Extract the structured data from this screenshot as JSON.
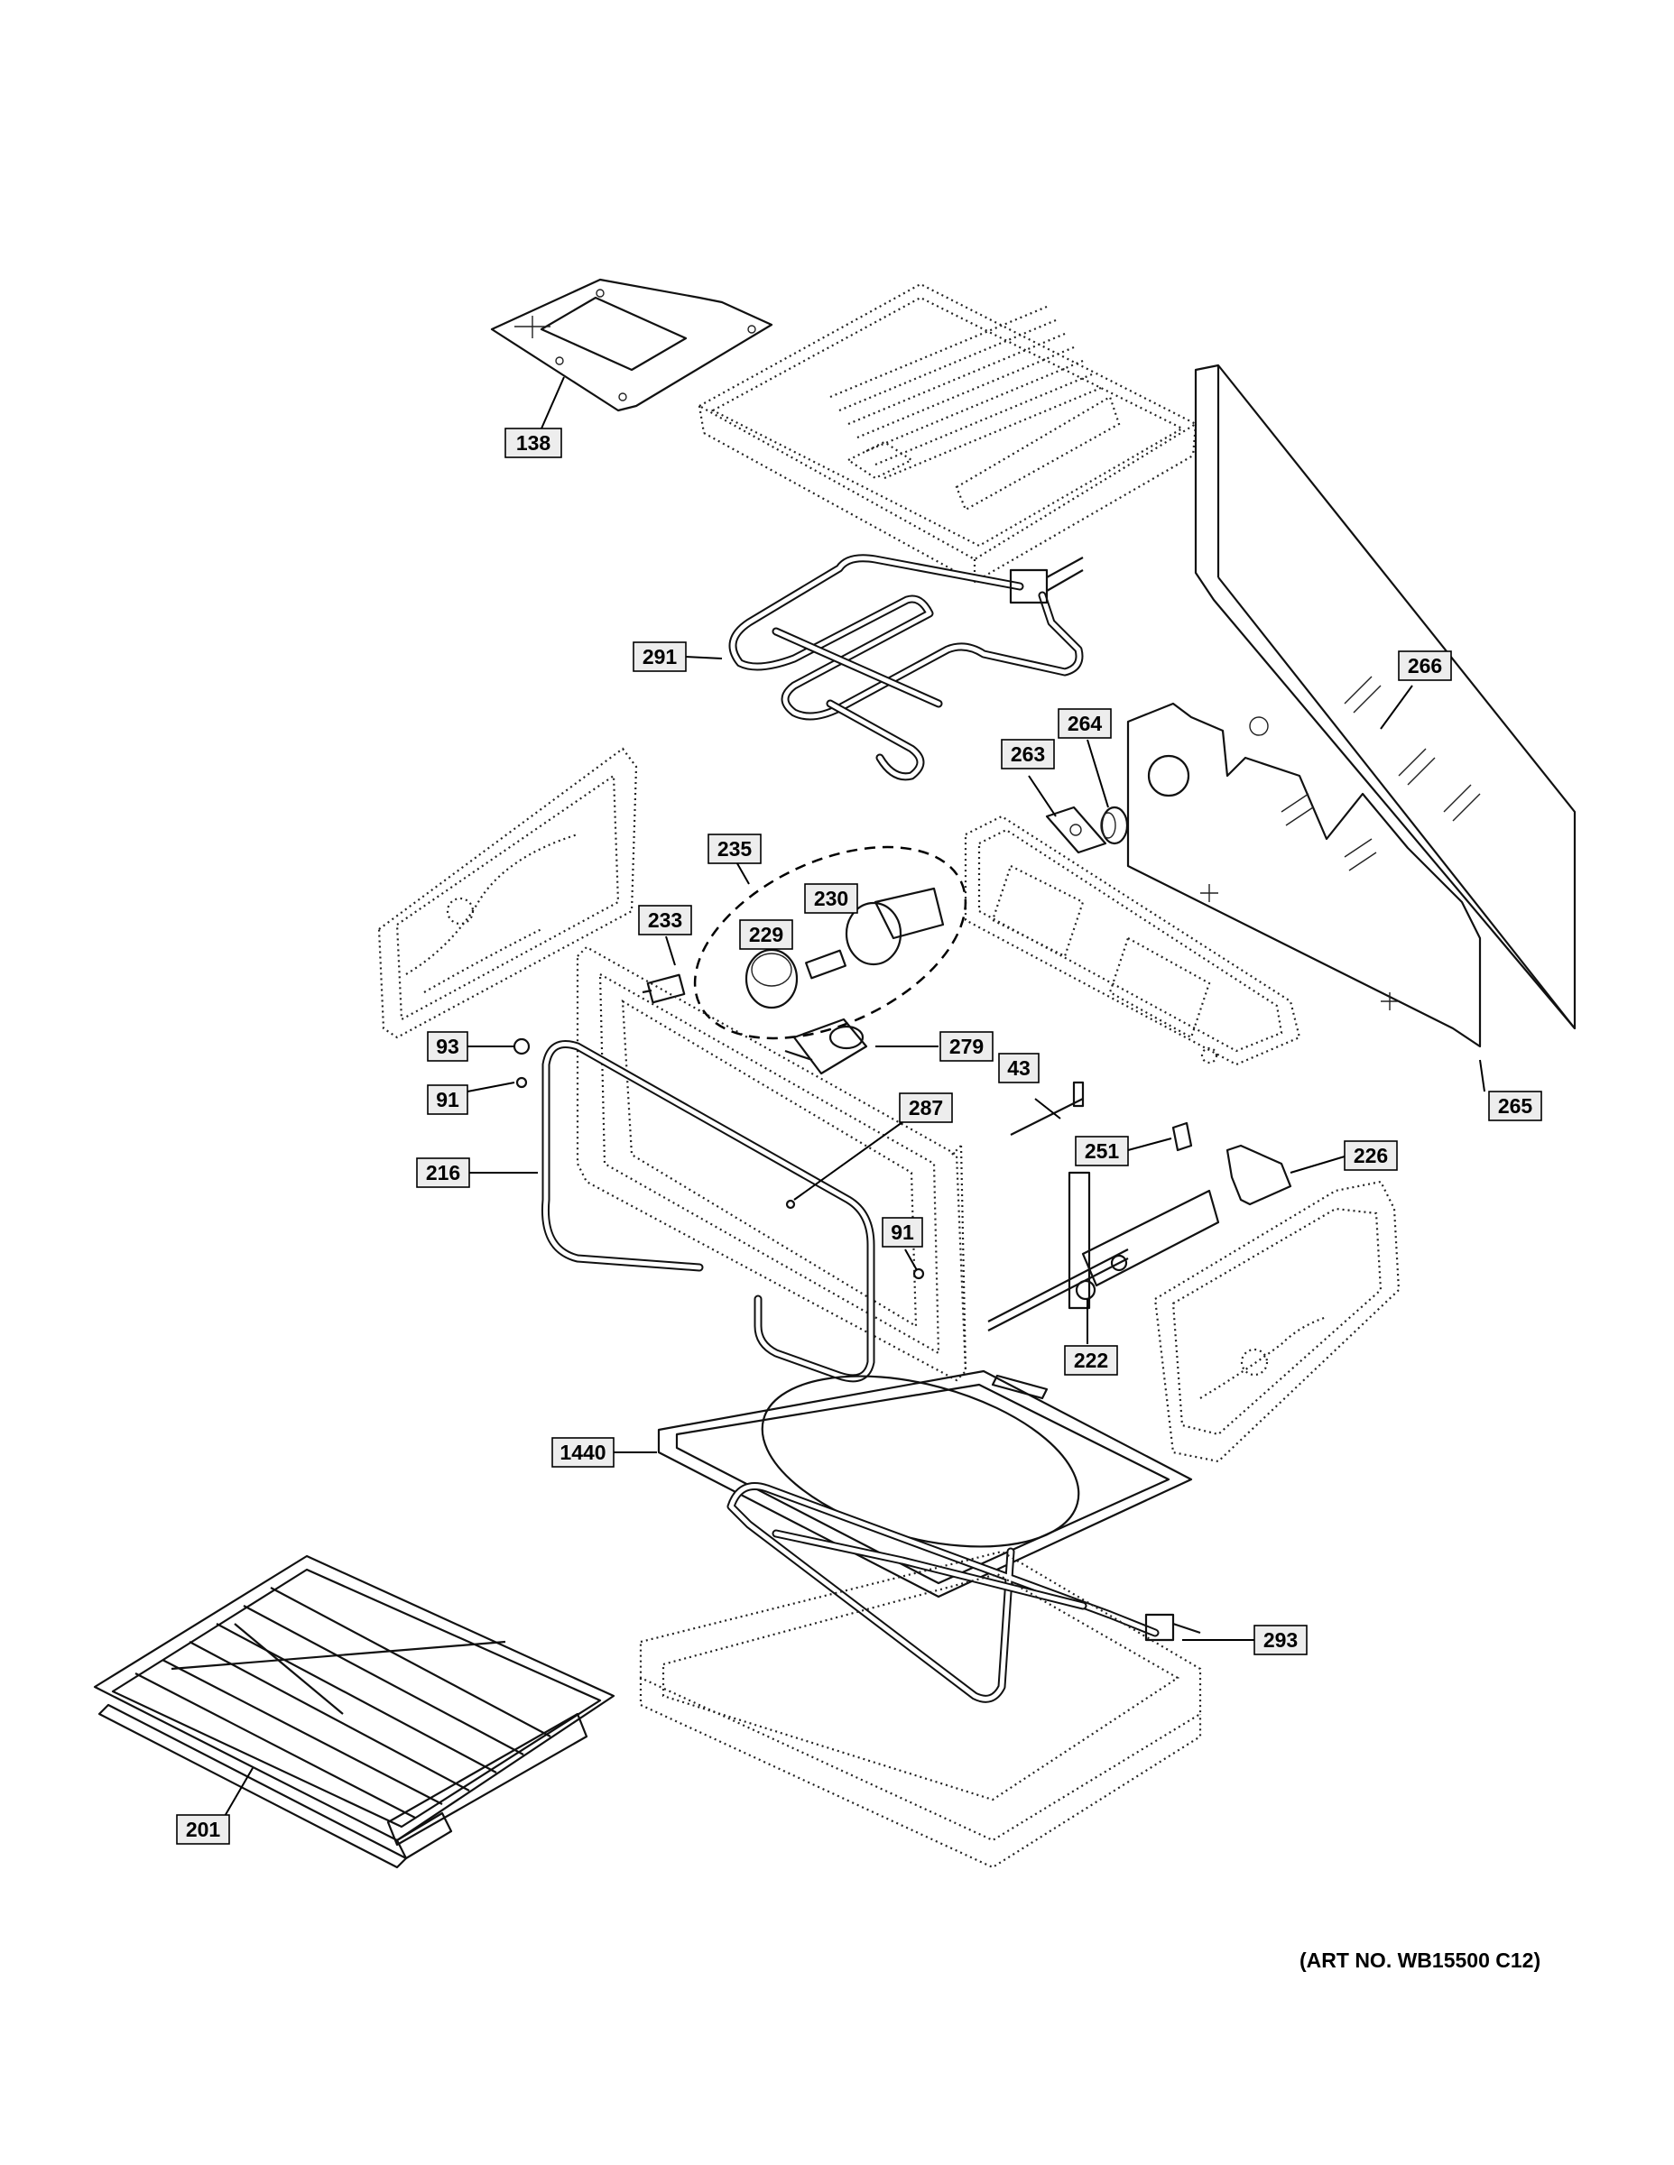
{
  "art_number": "(ART NO. WB15500 C12)",
  "callouts": {
    "p138": "138",
    "p291": "291",
    "p266": "266",
    "p264": "264",
    "p263": "263",
    "p235": "235",
    "p233": "233",
    "p230": "230",
    "p229": "229",
    "p279": "279",
    "p93": "93",
    "p91a": "91",
    "p216": "216",
    "p287": "287",
    "p43": "43",
    "p251": "251",
    "p226": "226",
    "p265": "265",
    "p91b": "91",
    "p222": "222",
    "p1440": "1440",
    "p293": "293",
    "p201": "201"
  }
}
